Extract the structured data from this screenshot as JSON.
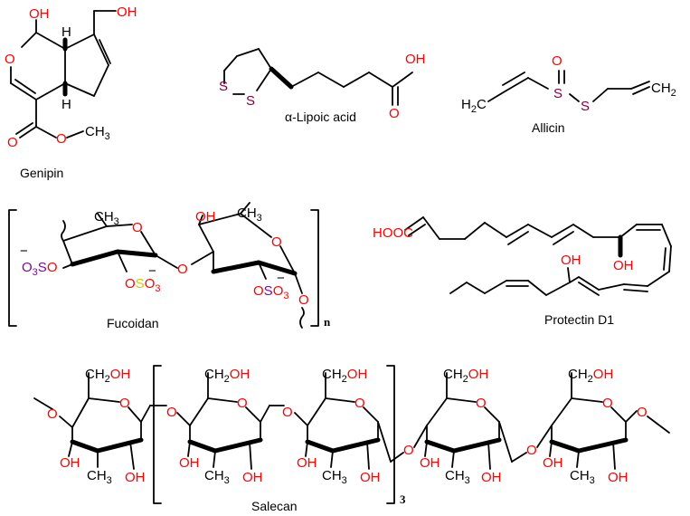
{
  "colors": {
    "bond": "#000000",
    "oxygen": "#ff0000",
    "sulfur": "#800040",
    "sulfur_sulfate": "#cccc00",
    "purple": "#7a0a9a"
  },
  "names": {
    "genipin": "Genipin",
    "lipoic": "α-Lipoic acid",
    "allicin": "Allicin",
    "fucoidan": "Fucoidan",
    "protectin": "Protectin D1",
    "salecan": "Salecan"
  },
  "atoms": {
    "oh": "OH",
    "o": "O",
    "s": "S",
    "h": "H",
    "ch": "CH",
    "h2c": "H",
    "ch2": "CH",
    "ch2oh_c": "CH",
    "ch2oh_oh": "OH",
    "so": "SO",
    "hooc": "HOOC",
    "minus": "−",
    "n": "n",
    "three": "3",
    "two": "2",
    "three_sub": "3"
  }
}
